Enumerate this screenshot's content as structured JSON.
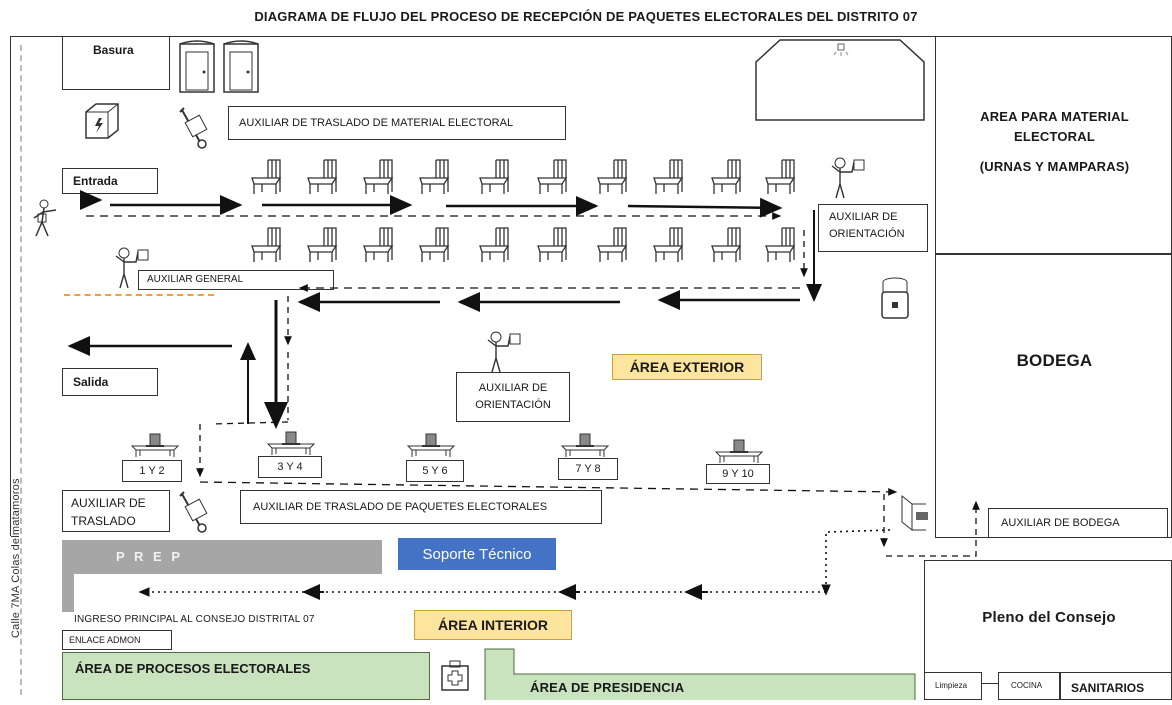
{
  "title": "DIAGRAMA DE FLUJO DEL PROCESO DE RECEPCIÓN DE PAQUETES ELECTORALES DEL DISTRITO 07",
  "street_label": "Calle 7MA Colas delmatamoros",
  "labels": {
    "basura": "Basura",
    "entrada": "Entrada",
    "salida": "Salida",
    "aux_traslado_material": "AUXILIAR DE TRASLADO DE MATERIAL ELECTORAL",
    "aux_general": "AUXILIAR GENERAL",
    "aux_orientacion_1_line1": "AUXILIAR DE",
    "aux_orientacion_1_line2": "ORIENTACIÓN",
    "aux_orientacion_2_line1": "AUXILIAR DE",
    "aux_orientacion_2_line2": "ORIENTACIÓN",
    "area_exterior": "ÁREA EXTERIOR",
    "area_interior": "ÁREA INTERIOR",
    "aux_traslado_line1": "AUXILIAR DE",
    "aux_traslado_line2": "TRASLADO",
    "aux_traslado_paquetes": "AUXILIAR DE TRASLADO DE PAQUETES ELECTORALES",
    "aux_bodega": "AUXILIAR DE BODEGA",
    "prep": "P R E P",
    "soporte": "Soporte Técnico",
    "ingreso": "INGRESO PRINCIPAL AL CONSEJO DISTRITAL 07",
    "enlace": "ENLACE ADMON",
    "procesos": "ÁREA DE PROCESOS ELECTORALES",
    "presidencia": "ÁREA DE PRESIDENCIA",
    "limpieza": "Limpieza",
    "cocina": "COCINA",
    "sanitarios": "SANITARIOS",
    "pleno": "Pleno del Consejo",
    "bodega": "BODEGA",
    "area_material_line1": "AREA PARA MATERIAL",
    "area_material_line2": "ELECTORAL",
    "area_material_line3": "(URNAS Y MAMPARAS)"
  },
  "tables": [
    "1 Y 2",
    "3 Y 4",
    "5 Y 6",
    "7 Y 8",
    "9 Y 10"
  ],
  "colors": {
    "prep": "#a6a6a6",
    "soporte": "#4472c4",
    "yellow": "#fde5a0",
    "green": "#c8e3be",
    "orange_dash": "#f0a030"
  },
  "icons": [
    "portable-toilet-icon",
    "electrical-panel-icon",
    "hand-truck-icon",
    "chair-icon",
    "person-icon",
    "worker-icon",
    "table-icon",
    "water-cooler-icon",
    "first-aid-icon",
    "ceiling-light-icon",
    "door-icon"
  ]
}
